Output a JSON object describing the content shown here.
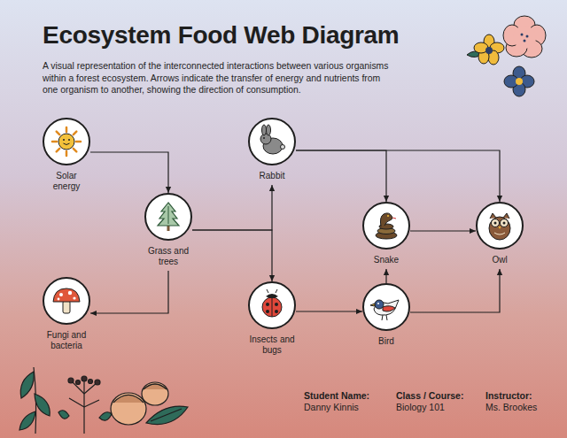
{
  "diagram": {
    "title": "Ecosystem Food Web Diagram",
    "caption": "A visual representation of the interconnected interactions between various organisms within a forest ecosystem. Arrows indicate the transfer of energy and nutrients from one organism to another, showing the direction of consumption.",
    "nodes": [
      {
        "text": [
          "Solar energy"
        ]
      },
      {
        "text": [
          "Rabbit"
        ]
      },
      {
        "text": [
          "Grass and trees"
        ]
      },
      {
        "text": [
          "Snake"
        ]
      },
      {
        "text": [
          "Owl"
        ]
      },
      {
        "text": [
          "Fungi and bacteria"
        ]
      },
      {
        "text": [
          "Insects and bugs"
        ]
      },
      {
        "text": [
          "Bird"
        ]
      }
    ],
    "edges": [
      {
        "from": 0,
        "to": 2,
        "arrow": "to"
      },
      {
        "from": 2,
        "to": 5,
        "arrow": "to"
      },
      {
        "from": 2,
        "to": 1,
        "arrow": "to"
      },
      {
        "from": 2,
        "to": 6,
        "arrow": "to"
      },
      {
        "from": 1,
        "to": 3,
        "arrow": "to"
      },
      {
        "from": 1,
        "to": 4,
        "arrow": "to"
      },
      {
        "from": 6,
        "to": 7,
        "arrow": "to"
      },
      {
        "from": 7,
        "to": 3,
        "arrow": "to"
      },
      {
        "from": 3,
        "to": 4,
        "arrow": "to"
      },
      {
        "from": 7,
        "to": 4,
        "arrow": "to"
      }
    ],
    "labels": [
      "Student Name:",
      "Danny Kinnis",
      "Class / Course:",
      "Biology 101",
      "Instructor:",
      "Ms. Brookes"
    ]
  }
}
